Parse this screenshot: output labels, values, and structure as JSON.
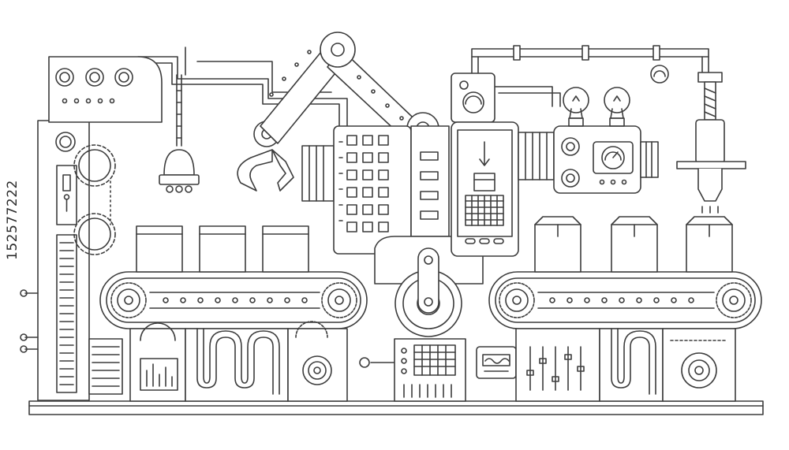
{
  "illustration": {
    "stock_id": "152577222",
    "stroke_color": "#3c3c3c",
    "fill_color": "#ffffff",
    "background_color": "#ffffff",
    "boxes_left_belt": 3,
    "boxes_right_belt": 3,
    "light_bulbs": 2,
    "grid_keypad": {
      "rows": 6,
      "cols": 3
    },
    "icons": [
      "robot-arm-icon",
      "claw-icon",
      "plug-icon",
      "gear-icon",
      "light-bulb-icon",
      "gauge-icon",
      "box-icon",
      "down-arrow-icon",
      "press-icon",
      "slider-icon",
      "speaker-icon",
      "lever-icon"
    ]
  }
}
